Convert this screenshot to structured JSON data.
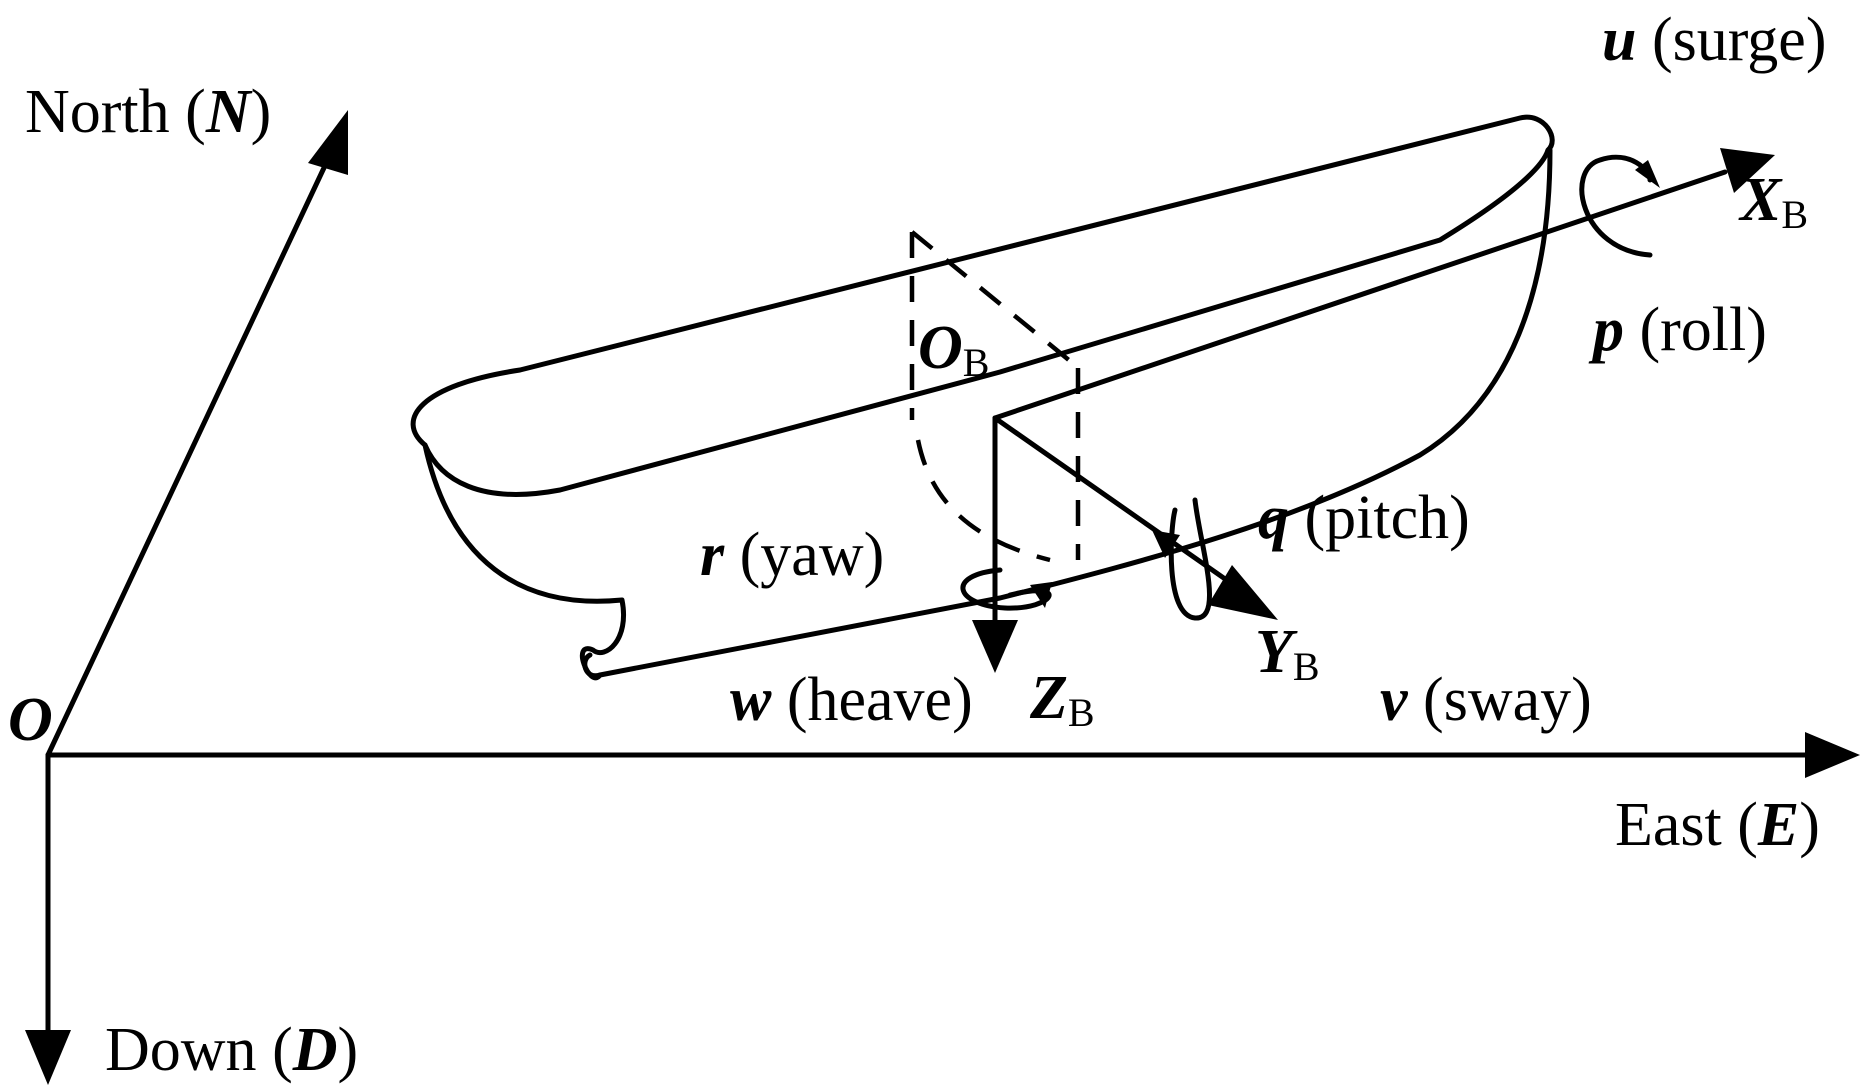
{
  "frames": {
    "inertial": {
      "origin": "O",
      "north": {
        "name": "North",
        "symbol": "N"
      },
      "east": {
        "name": "East",
        "symbol": "E"
      },
      "down": {
        "name": "Down",
        "symbol": "D"
      }
    },
    "body": {
      "origin": {
        "symbol": "O",
        "subscript": "B"
      },
      "x_axis": {
        "symbol": "X",
        "subscript": "B"
      },
      "y_axis": {
        "symbol": "Y",
        "subscript": "B"
      },
      "z_axis": {
        "symbol": "Z",
        "subscript": "B"
      }
    }
  },
  "motions": {
    "surge": {
      "symbol": "u",
      "name": "surge"
    },
    "sway": {
      "symbol": "v",
      "name": "sway"
    },
    "heave": {
      "symbol": "w",
      "name": "heave"
    },
    "roll": {
      "symbol": "p",
      "name": "roll"
    },
    "pitch": {
      "symbol": "q",
      "name": "pitch"
    },
    "yaw": {
      "symbol": "r",
      "name": "yaw"
    }
  }
}
